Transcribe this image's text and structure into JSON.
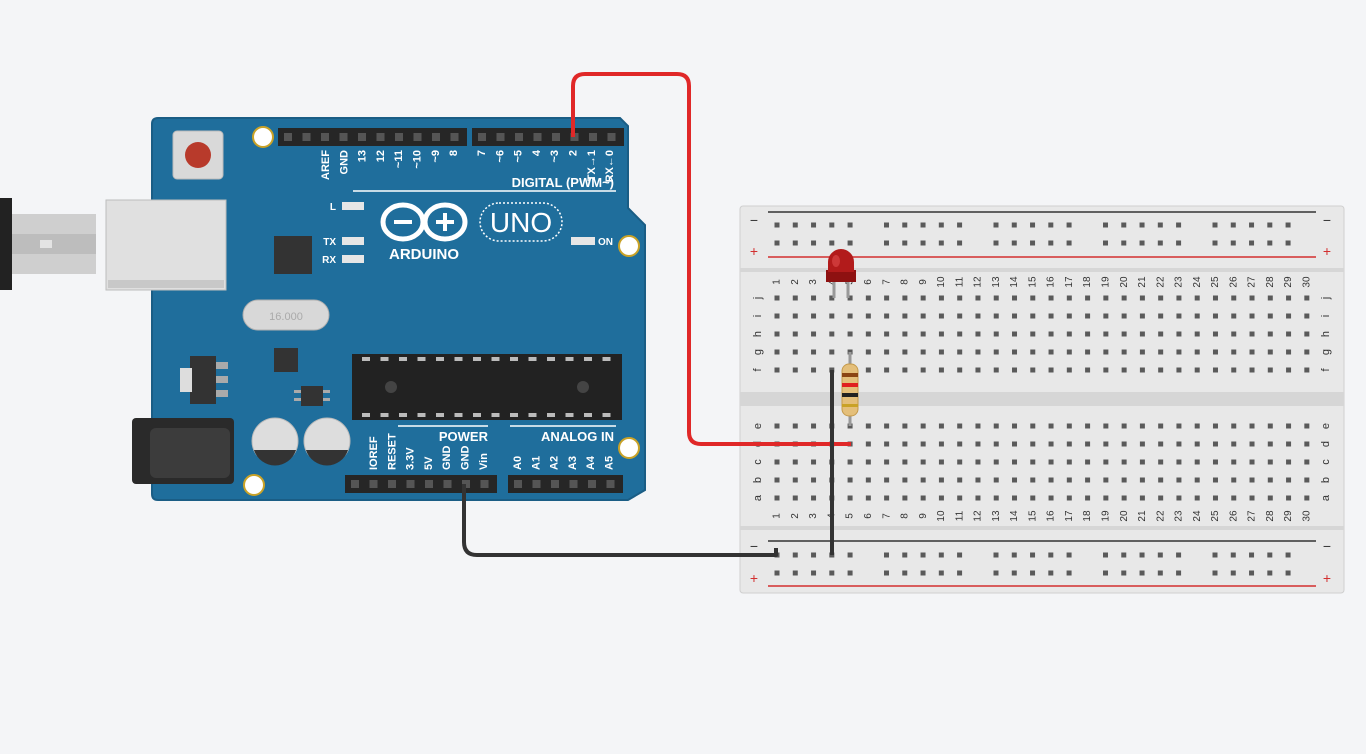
{
  "circuit": {
    "arduino": {
      "logo_text": "ARDUINO",
      "model": "UNO",
      "on_label": "ON",
      "l_label": "L",
      "tx_label": "TX",
      "rx_label": "RX",
      "crystal_label": "16.000",
      "digital_header": "DIGITAL (PWM~)",
      "power_header": "POWER",
      "analog_header": "ANALOG IN",
      "top_pins_left": [
        "AREF",
        "GND",
        "13",
        "12",
        "~11",
        "~10",
        "~9",
        "8"
      ],
      "top_pins_right": [
        "7",
        "~6",
        "~5",
        "4",
        "~3",
        "2",
        "TX→1",
        "RX←0"
      ],
      "power_pins": [
        "IOREF",
        "RESET",
        "3.3V",
        "5V",
        "GND",
        "GND",
        "Vin"
      ],
      "analog_pins": [
        "A0",
        "A1",
        "A2",
        "A3",
        "A4",
        "A5"
      ]
    },
    "breadboard": {
      "columns": [
        "1",
        "2",
        "3",
        "4",
        "5",
        "6",
        "7",
        "8",
        "9",
        "10",
        "11",
        "12",
        "13",
        "14",
        "15",
        "16",
        "17",
        "18",
        "19",
        "20",
        "21",
        "22",
        "23",
        "24",
        "25",
        "26",
        "27",
        "28",
        "29",
        "30"
      ],
      "top_rows": [
        "j",
        "i",
        "h",
        "g",
        "f"
      ],
      "bottom_rows": [
        "e",
        "d",
        "c",
        "b",
        "a"
      ],
      "minus_label": "−",
      "plus_label": "+"
    },
    "components": {
      "led_color": "#a31515",
      "wire_signal_color": "#e02020",
      "wire_ground_color": "#333333"
    }
  }
}
